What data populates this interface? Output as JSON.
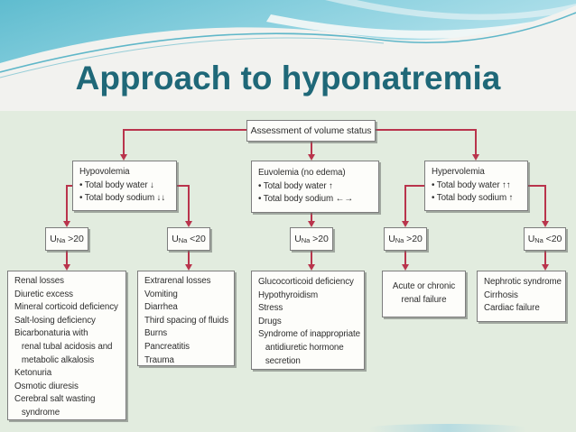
{
  "slide": {
    "title": "Approach to hyponatremia"
  },
  "flowchart": {
    "assessment": "Assessment of volume status",
    "hypovolemia": {
      "lines": [
        "Hypovolemia",
        "• Total body water ↓",
        "• Total body sodium ↓↓"
      ]
    },
    "euvolemia": {
      "lines": [
        "Euvolemia (no edema)",
        "• Total body water ↑",
        "• Total body sodium ←→"
      ]
    },
    "hypervolemia": {
      "lines": [
        "Hypervolemia",
        "• Total body water ↑↑",
        "• Total body sodium ↑"
      ]
    },
    "urine_sodium": [
      {
        "base": "U",
        "sub": "Na",
        "value": ">20"
      },
      {
        "base": "U",
        "sub": "Na",
        "value": "<20"
      },
      {
        "base": "U",
        "sub": "Na",
        "value": ">20"
      },
      {
        "base": "U",
        "sub": "Na",
        "value": ">20"
      },
      {
        "base": "U",
        "sub": "Na",
        "value": "<20"
      }
    ],
    "renal_losses": {
      "lines": [
        "Renal losses",
        "Diuretic excess",
        "Mineral corticoid deficiency",
        "Salt-losing deficiency",
        "Bicarbonaturia with",
        "  renal tubal acidosis and",
        "  metabolic alkalosis",
        "Ketonuria",
        "Osmotic diuresis",
        "Cerebral salt wasting",
        "  syndrome"
      ]
    },
    "extrarenal_losses": {
      "lines": [
        "Extrarenal losses",
        "Vomiting",
        "Diarrhea",
        "Third spacing of fluids",
        "Burns",
        "Pancreatitis",
        "Trauma"
      ]
    },
    "euvolemic_causes": {
      "lines": [
        "Glucocorticoid deficiency",
        "Hypothyroidism",
        "Stress",
        "Drugs",
        "Syndrome of inappropriate",
        "  antidiuretic hormone",
        "  secretion"
      ]
    },
    "renal_failure": {
      "lines": [
        "Acute or chronic",
        "renal failure"
      ]
    },
    "edematous_causes": {
      "lines": [
        "Nephrotic syndrome",
        "Cirrhosis",
        "Cardiac failure"
      ]
    }
  },
  "colors": {
    "title_teal": "#1f6878",
    "arrow_crimson": "#b9344c",
    "diagram_background": "#e2ecdf",
    "box_background": "#fdfdfa",
    "box_border": "#7d7d7d",
    "header_teal_dark": "#5fbccf",
    "header_teal_light": "#aadee9"
  }
}
